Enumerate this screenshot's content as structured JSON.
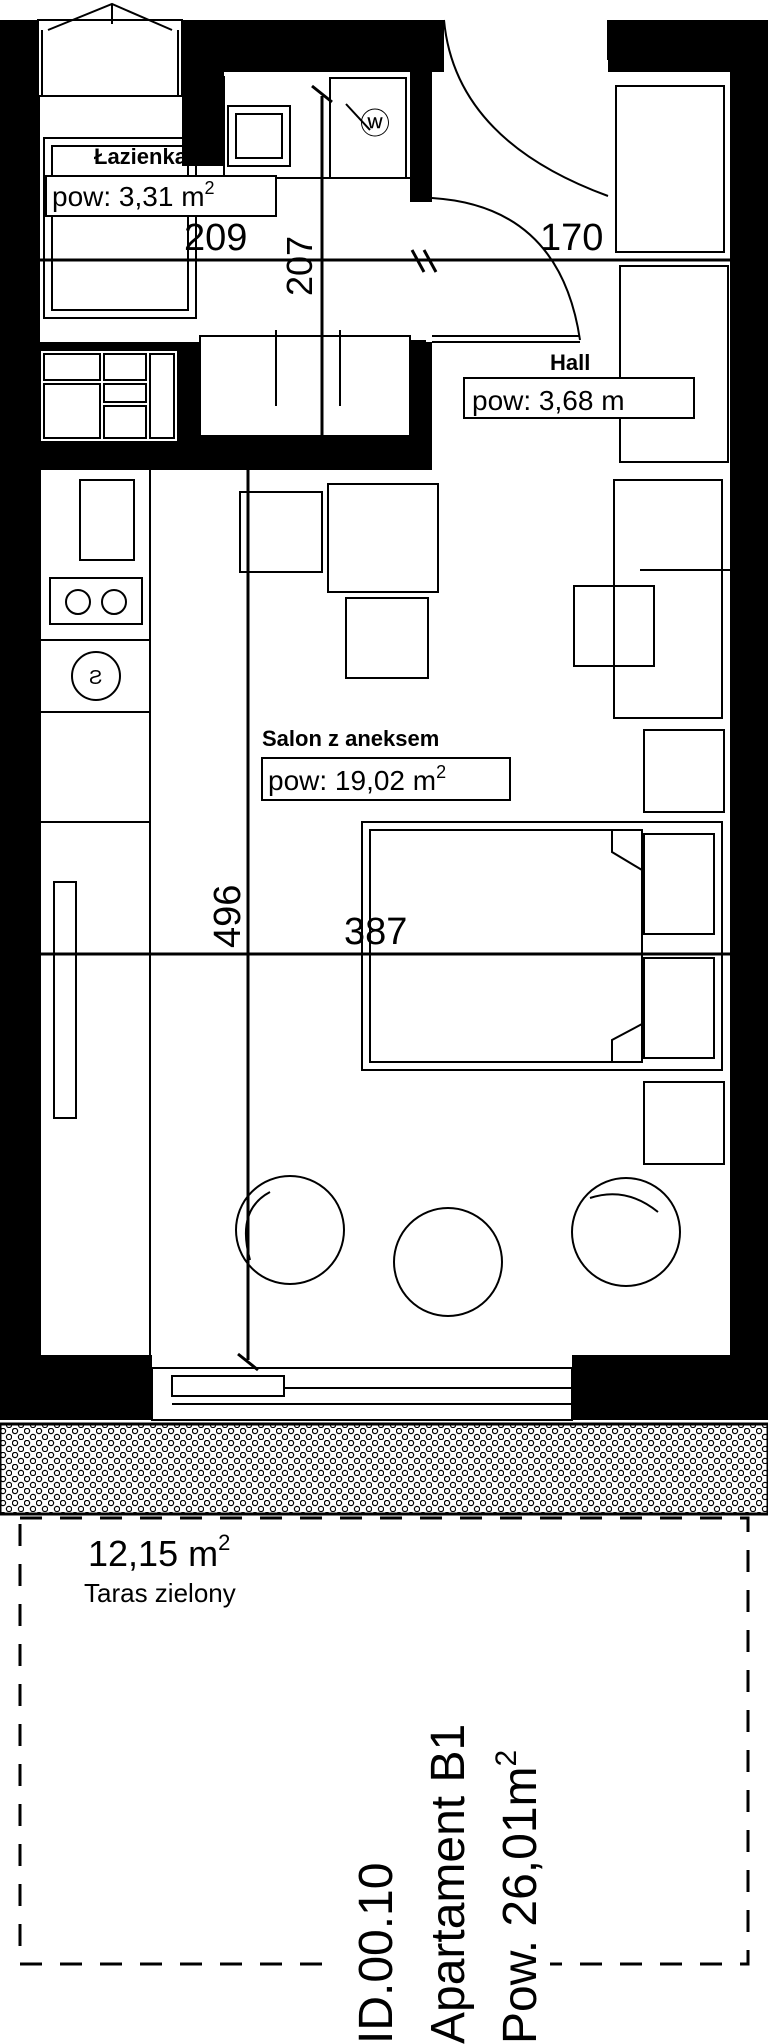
{
  "rooms": {
    "bathroom": {
      "name": "Łazienka",
      "area_prefix": "pow: 3,31 m",
      "area_sup": "2"
    },
    "hall": {
      "name": "Hall",
      "area_label": "pow: 3,68 m"
    },
    "living": {
      "name": "Salon z aneksem",
      "area_prefix": "pow: 19,02 m",
      "area_sup": "2"
    }
  },
  "dimensions": {
    "d209": "209",
    "d207": "207",
    "d170": "170",
    "d496": "496",
    "d387": "387"
  },
  "terrace": {
    "area_prefix": "12,15 m",
    "area_sup": "2",
    "name": "Taras zielony"
  },
  "apartment": {
    "id": "ID.00.10",
    "name": "Apartament B1",
    "area_prefix": "Pow. 26,01m",
    "area_sup": "2"
  }
}
